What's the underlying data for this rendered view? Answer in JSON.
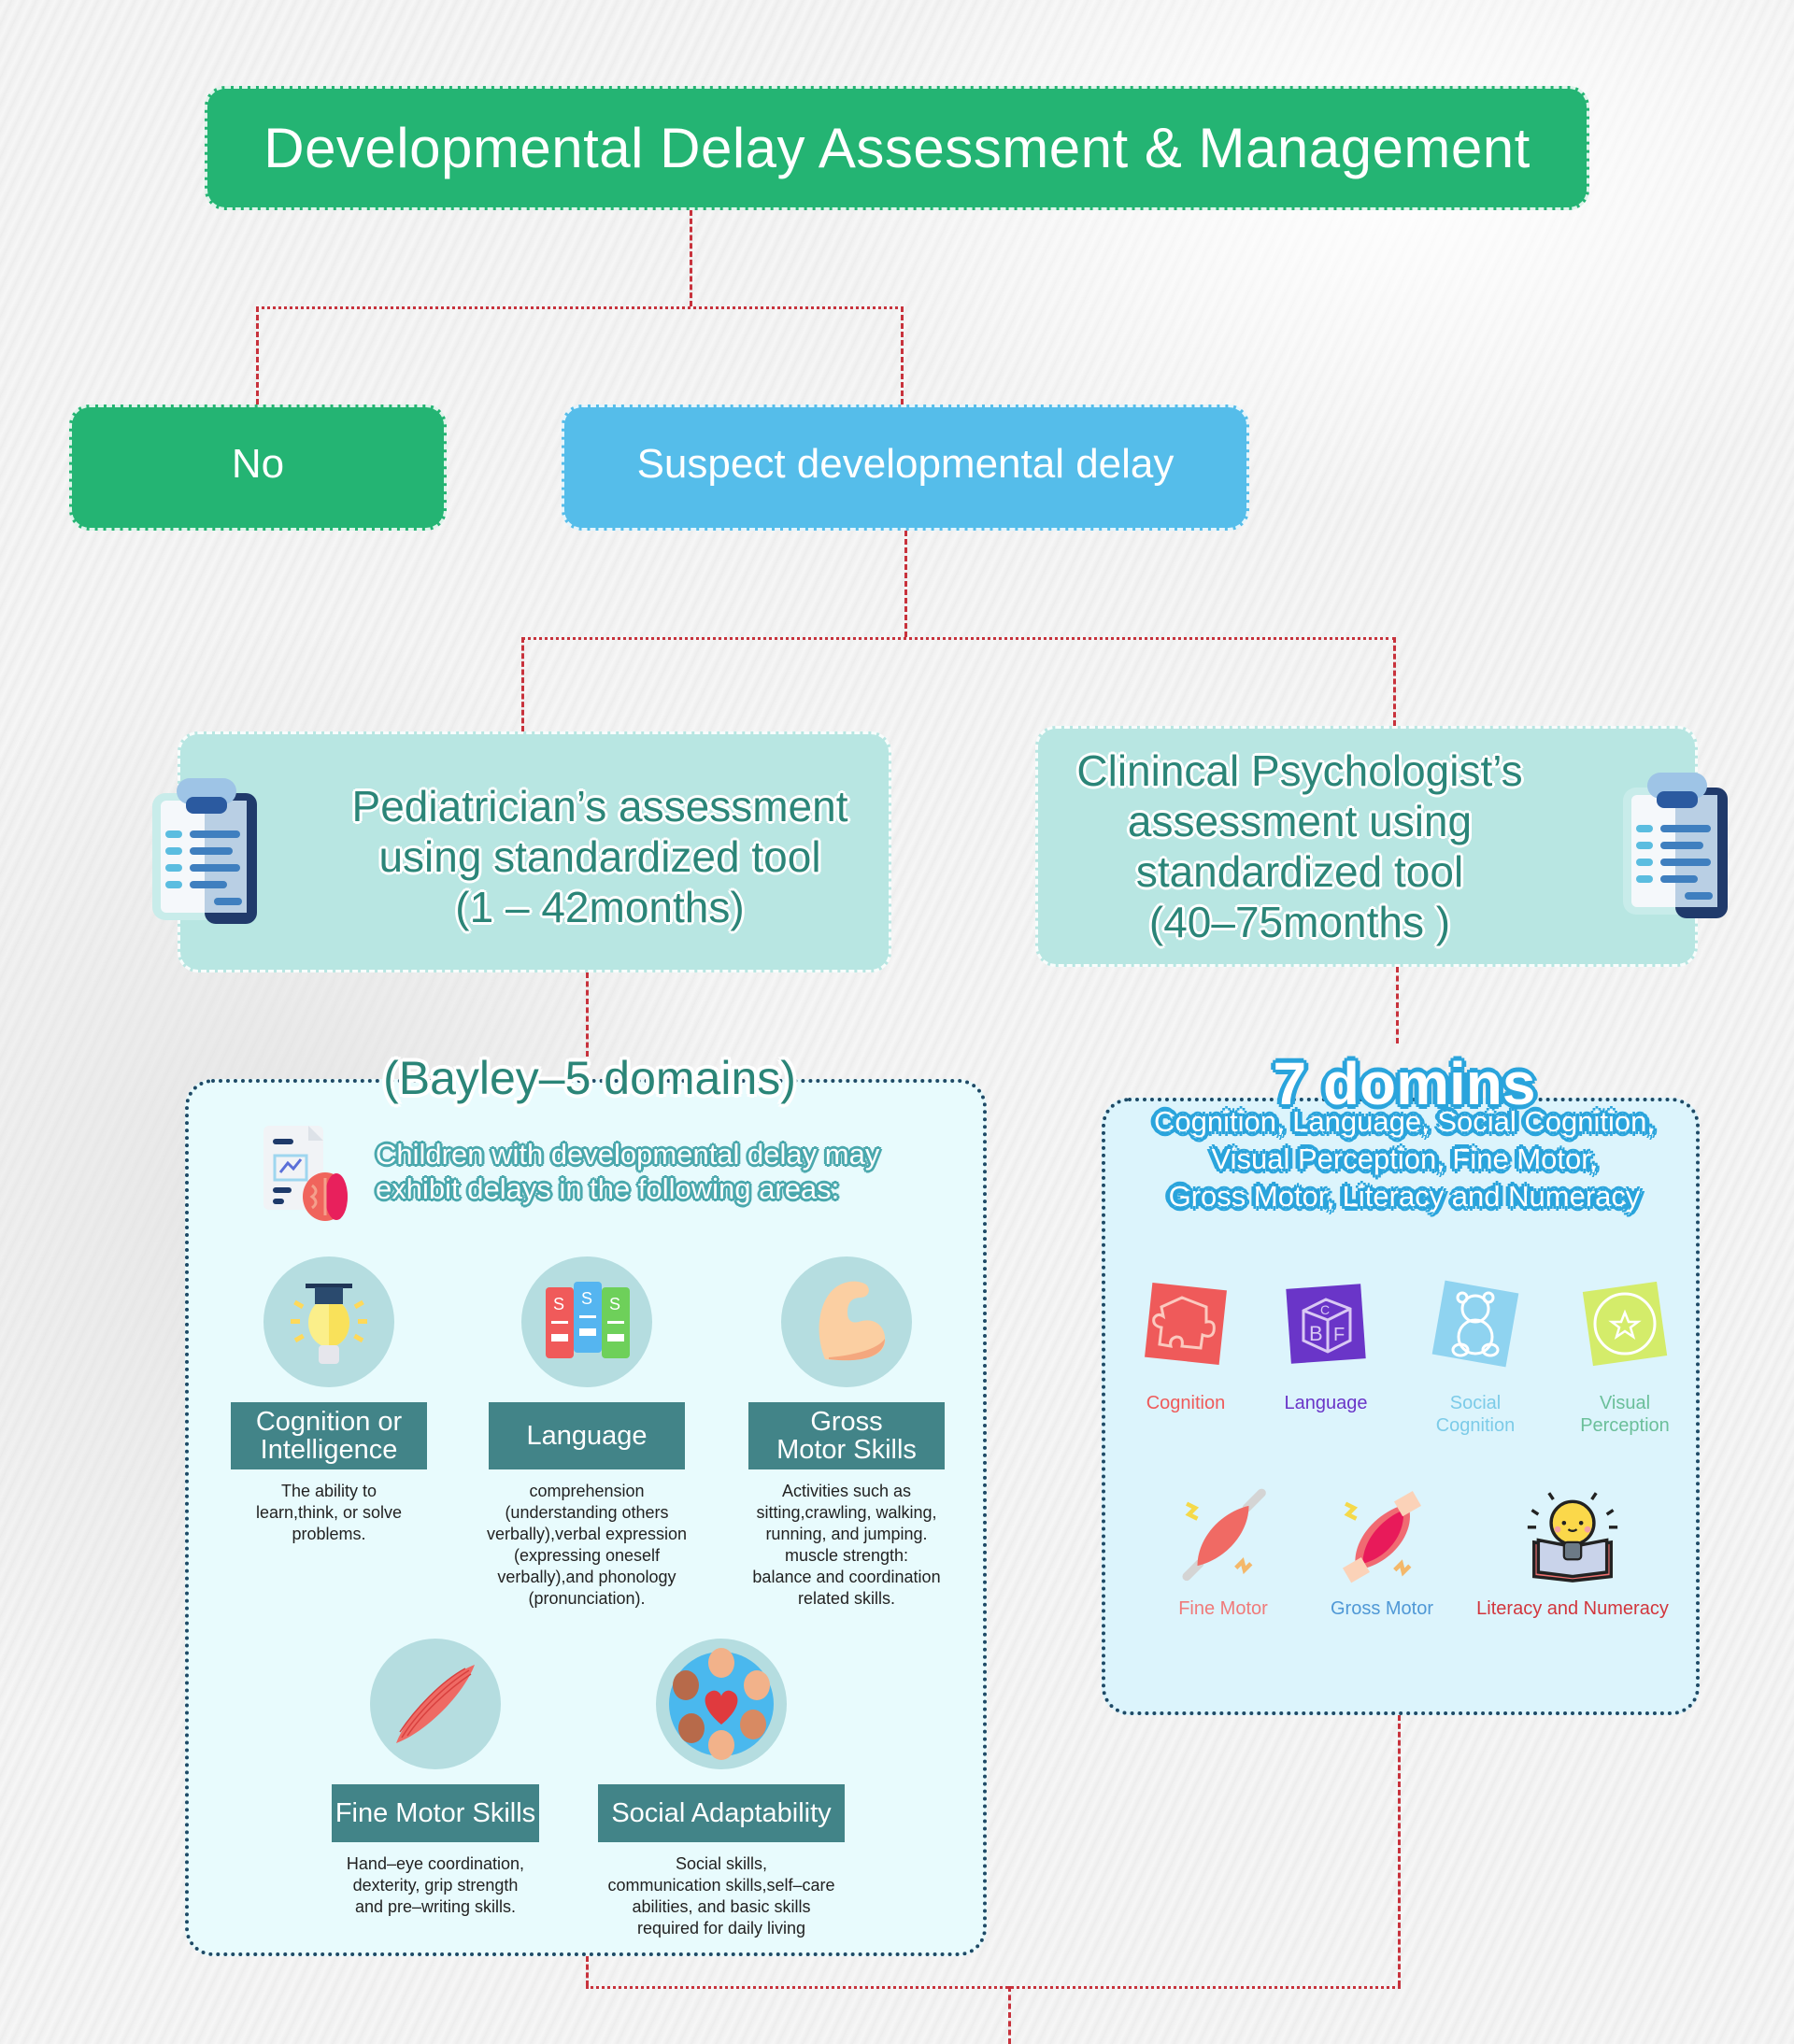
{
  "title": "Developmental Delay Assessment & Management",
  "branches": {
    "no": "No",
    "suspect": "Suspect developmental delay"
  },
  "pediatrician": {
    "lines": [
      "Pediatrician’s assessment",
      "using standardized tool",
      "(1 – 42months)"
    ],
    "icon": "clipboard-icon"
  },
  "psychologist": {
    "lines": [
      "Clinincal Psychologist’s",
      "assessment  using",
      "standardized tool",
      "(40–75months )"
    ],
    "icon": "clipboard-icon"
  },
  "bayley": {
    "heading": "(Bayley–5 domains)",
    "intro_lines": [
      "Children with developmental delay may",
      "exhibit delays in the following areas:"
    ],
    "intro_icon": "document-brain-icon",
    "domains": [
      {
        "label_lines": [
          "Cognition or",
          "Intelligence"
        ],
        "icon": "lightbulb-graduation-cap-icon",
        "desc_lines": [
          "The ability to",
          "learn,think, or solve",
          "problems."
        ]
      },
      {
        "label_lines": [
          "Language"
        ],
        "icon": "books-icon",
        "desc_lines": [
          "comprehension",
          "(understanding others",
          "verbally),verbal expression",
          "(expressing oneself",
          "verbally),and phonology",
          "(pronunciation)."
        ]
      },
      {
        "label_lines": [
          "Gross",
          "Motor Skills"
        ],
        "icon": "flexed-arm-icon",
        "desc_lines": [
          "Activities such as",
          "sitting,crawling, walking,",
          "running, and jumping.",
          "muscle strength:",
          "balance and coordination",
          "related skills."
        ]
      },
      {
        "label_lines": [
          "Fine Motor Skills"
        ],
        "icon": "muscle-icon",
        "desc_lines": [
          "Hand–eye coordination,",
          "dexterity, grip strength",
          "and pre–writing skills."
        ]
      },
      {
        "label_lines": [
          "Social Adaptability"
        ],
        "icon": "hands-heart-icon",
        "desc_lines": [
          "Social skills,",
          "communication skills,self–care",
          "abilities, and basic skills",
          "required for daily living"
        ]
      }
    ]
  },
  "seven": {
    "heading": "7 domins",
    "list_lines": [
      "Cognition, Language, Social Cognition,",
      "Visual Perception, Fine Motor,",
      "Gross Motor, Literacy and Numeracy"
    ],
    "tiles": [
      {
        "caption": [
          "Cognition"
        ],
        "icon": "puzzle-piece-icon",
        "color": "#ef5a5a"
      },
      {
        "caption": [
          "Language"
        ],
        "icon": "alphabet-block-icon",
        "color": "#6a35c8"
      },
      {
        "caption": [
          "Social",
          "Cognition"
        ],
        "icon": "teddy-bear-icon",
        "color": "#7ccbe8"
      },
      {
        "caption": [
          "Visual",
          "Perception"
        ],
        "icon": "star-ball-icon",
        "color": "#6bbf9a"
      },
      {
        "caption": [
          "Fine Motor"
        ],
        "icon": "muscle-icon",
        "color": "#f07a7a"
      },
      {
        "caption": [
          "Gross Motor"
        ],
        "icon": "strong-muscle-icon",
        "color": "#4f98d6"
      },
      {
        "caption": [
          "Literacy and Numeracy"
        ],
        "icon": "book-lightbulb-icon",
        "color": "#d2363d"
      }
    ]
  },
  "colors": {
    "green": "#24b473",
    "blue": "#55bdea",
    "teal_box": "#b8e6e2",
    "teal_label": "#428488",
    "connector": "#c8323c"
  }
}
